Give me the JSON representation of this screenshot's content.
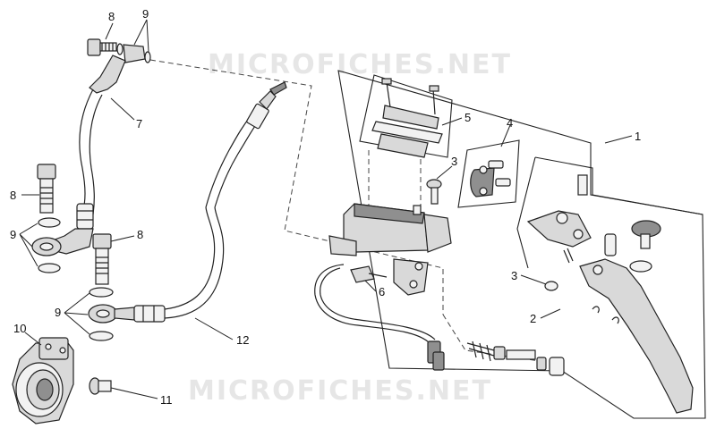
{
  "watermarks": [
    "MICROFICHES.NET",
    "MICROFICHES.NET"
  ],
  "callouts": {
    "c1": "1",
    "c2": "2",
    "c3a": "3",
    "c3b": "3",
    "c4": "4",
    "c5": "5",
    "c6": "6",
    "c7": "7",
    "c8a": "8",
    "c8b": "8",
    "c8c": "8",
    "c9a": "9",
    "c9b": "9",
    "c9c": "9",
    "c10": "10",
    "c11": "11",
    "c12": "12"
  },
  "colors": {
    "line": "#222222",
    "fill": "#d9d9d9",
    "dark_fill": "#8f8f8f",
    "watermark": "#e6e6e6"
  }
}
